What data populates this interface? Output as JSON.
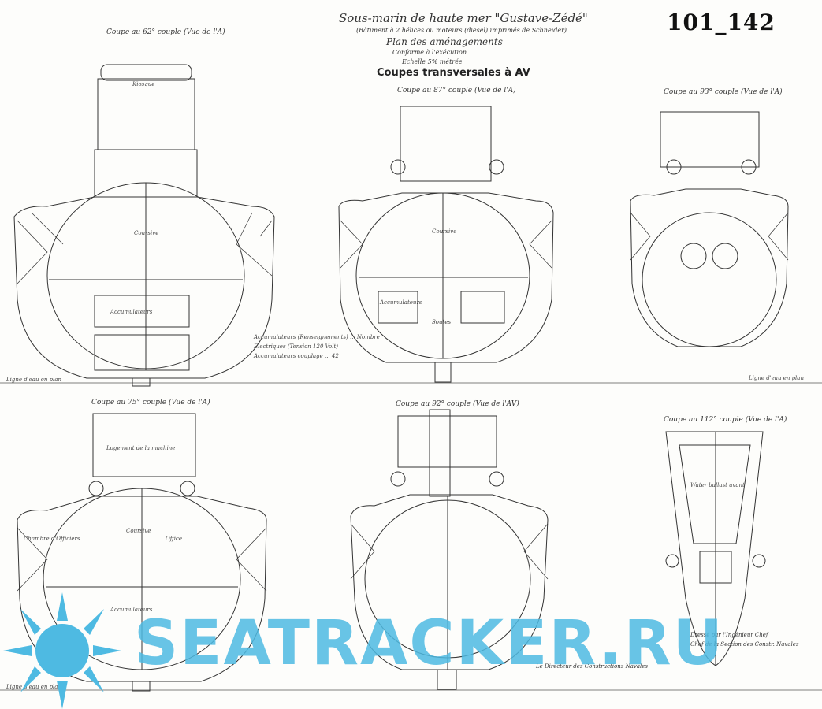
{
  "document_number": "101_142",
  "title": {
    "line1": "Sous-marin de haute mer \"Gustave-Zédé\"",
    "line2": "(Bâtiment à 2 hélices ou moteurs (diesel) imprimés de Schneider)",
    "line3": "Plan des aménagements",
    "line4": "Conforme à l'exécution",
    "line5": "Echelle 5% métrée"
  },
  "heading": "Coupes transversales à AV",
  "sections": {
    "s62": "Coupe au 62° couple (Vue de l'A)",
    "s87": "Coupe au 87° couple (Vue de l'A)",
    "s93_top": "Coupe au 93° couple (Vue de l'A)",
    "s75": "Coupe au 75° couple (Vue de l'A)",
    "s92": "Coupe au 92° couple (Vue de l'AV)",
    "s112": "Coupe au 112° couple (Vue de l'A)"
  },
  "labels": {
    "kiosque": "Kiosque",
    "coursive": "Coursive",
    "accumulateurs": "Accumulateurs",
    "soutes": "Soutes",
    "office": "Office",
    "chambre_officiers": "Chambre d'Officiers",
    "logement_machine": "Logement de la machine",
    "water_ballast": "Water ballast avant",
    "ligne_eau": "Ligne d'eau en plan"
  },
  "legend_text": {
    "accumulateurs": "Accumulateurs (Renseignements) ... Nombre",
    "electriques": "Electriques (Tension 120 Volt)",
    "accumulateurs_couplage": "Accumulateurs couplage ... 42"
  },
  "signatures": {
    "line1": "Dressé par l'Ingénieur Chef",
    "line2": "Chef de la Section des Constr. Navales",
    "line3": "Le Directeur des Constructions Navales"
  },
  "watermark": "SEATRACKER.RU",
  "colors": {
    "ink": "#222222",
    "paper": "#fdfdfb",
    "watermark": "#4ebae2"
  }
}
